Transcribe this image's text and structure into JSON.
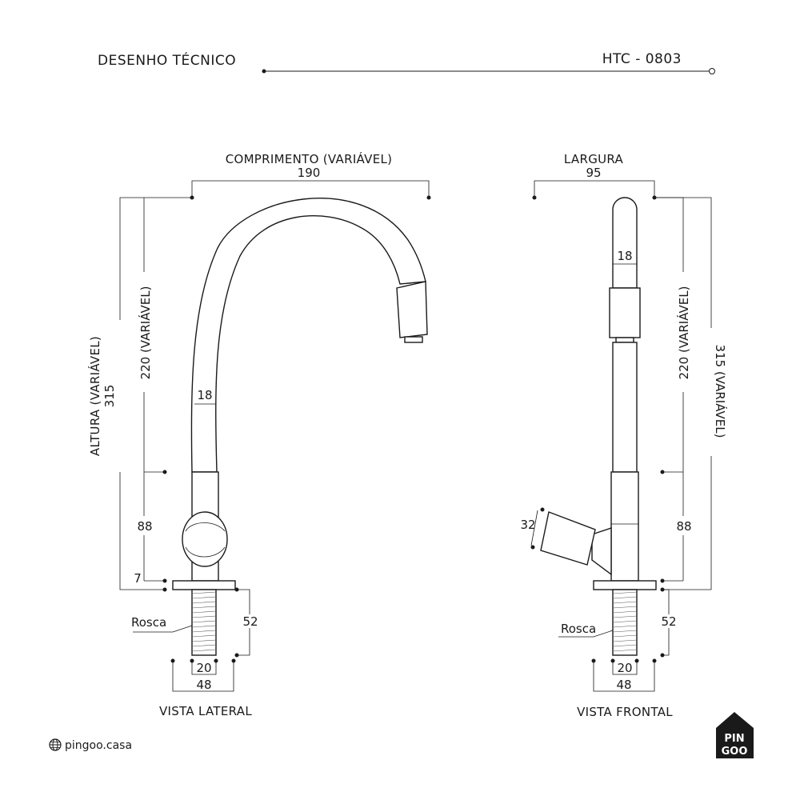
{
  "header": {
    "title": "DESENHO TÉCNICO",
    "code": "HTC - 0803"
  },
  "lateral": {
    "length_label": "COMPRIMENTO (VARIÁVEL)",
    "length_value": "190",
    "height_label": "ALTURA (VARIÁVEL)",
    "height_value": "315",
    "upper_height": "220 (VARIÁVEL)",
    "lower_height": "88",
    "base_height": "7",
    "tube_diameter": "18",
    "thread_label": "Rosca",
    "thread_length": "52",
    "thread_diameter": "20",
    "base_width": "48",
    "caption": "VISTA LATERAL"
  },
  "frontal": {
    "width_label": "LARGURA",
    "width_value": "95",
    "tube_diameter": "18",
    "upper_height": "220 (VARIÁVEL)",
    "total_height": "315 (VARIÁVEL)",
    "lower_height": "88",
    "handle_diameter": "32",
    "thread_label": "Rosca",
    "thread_length": "52",
    "thread_diameter": "20",
    "base_width": "48",
    "caption": "VISTA FRONTAL"
  },
  "footer": {
    "site": "pingoo.casa",
    "logo_text_top": "PIN",
    "logo_text_bottom": "GOO",
    "icons": {
      "site": "globe-icon",
      "logo": "pingoo-house-logo"
    }
  },
  "colors": {
    "ink": "#1a1a1a",
    "background": "#ffffff"
  }
}
